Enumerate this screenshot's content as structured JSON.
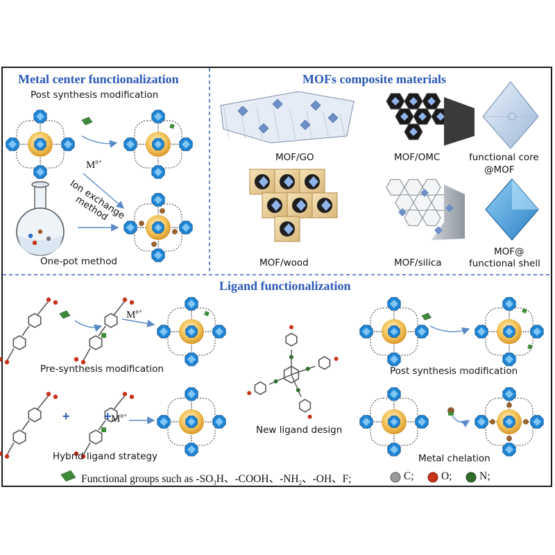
{
  "sections": {
    "metal_center": {
      "title": "Metal center functionalization",
      "post_synthesis": "Post synthesis modification",
      "metal_ion": "M",
      "metal_ion_sup": "n+",
      "ion_exchange": "Ion exchange method",
      "one_pot": "One-pot method"
    },
    "composites": {
      "title": "MOFs composite materials",
      "items": [
        "MOF/GO",
        "MOF/OMC",
        "functional core",
        "@MOF",
        "MOF/wood",
        "MOF/silica",
        "MOF@",
        "functional shell"
      ]
    },
    "ligand": {
      "title": "Ligand functionalization",
      "metal_ion": "M",
      "metal_ion_sup": "n+",
      "pre_synthesis": "Pre-synthesis modification",
      "new_design": "New ligand design",
      "post_synthesis": "Post synthesis modification",
      "hybrid": "Hybrid ligand strategy",
      "chelation": "Metal chelation"
    }
  },
  "legend": {
    "text": "Functional groups such as -SO",
    "so3_sub": "3",
    "text2": "H、-COOH、-NH",
    "nh2_sub": "2",
    "text3": "、-OH、F;",
    "c": "C;",
    "o": "O;",
    "n": "N;"
  },
  "colors": {
    "heading": "#2a58b8",
    "mof_blue": "#1f86d6",
    "pore_sphere": "#f3c45a",
    "functional_group": "#3e8c3a",
    "oxygen": "#c8321a",
    "nitrogen": "#2f6e2b",
    "carbon": "#8a8a8a",
    "divider": "#3a62b8"
  }
}
